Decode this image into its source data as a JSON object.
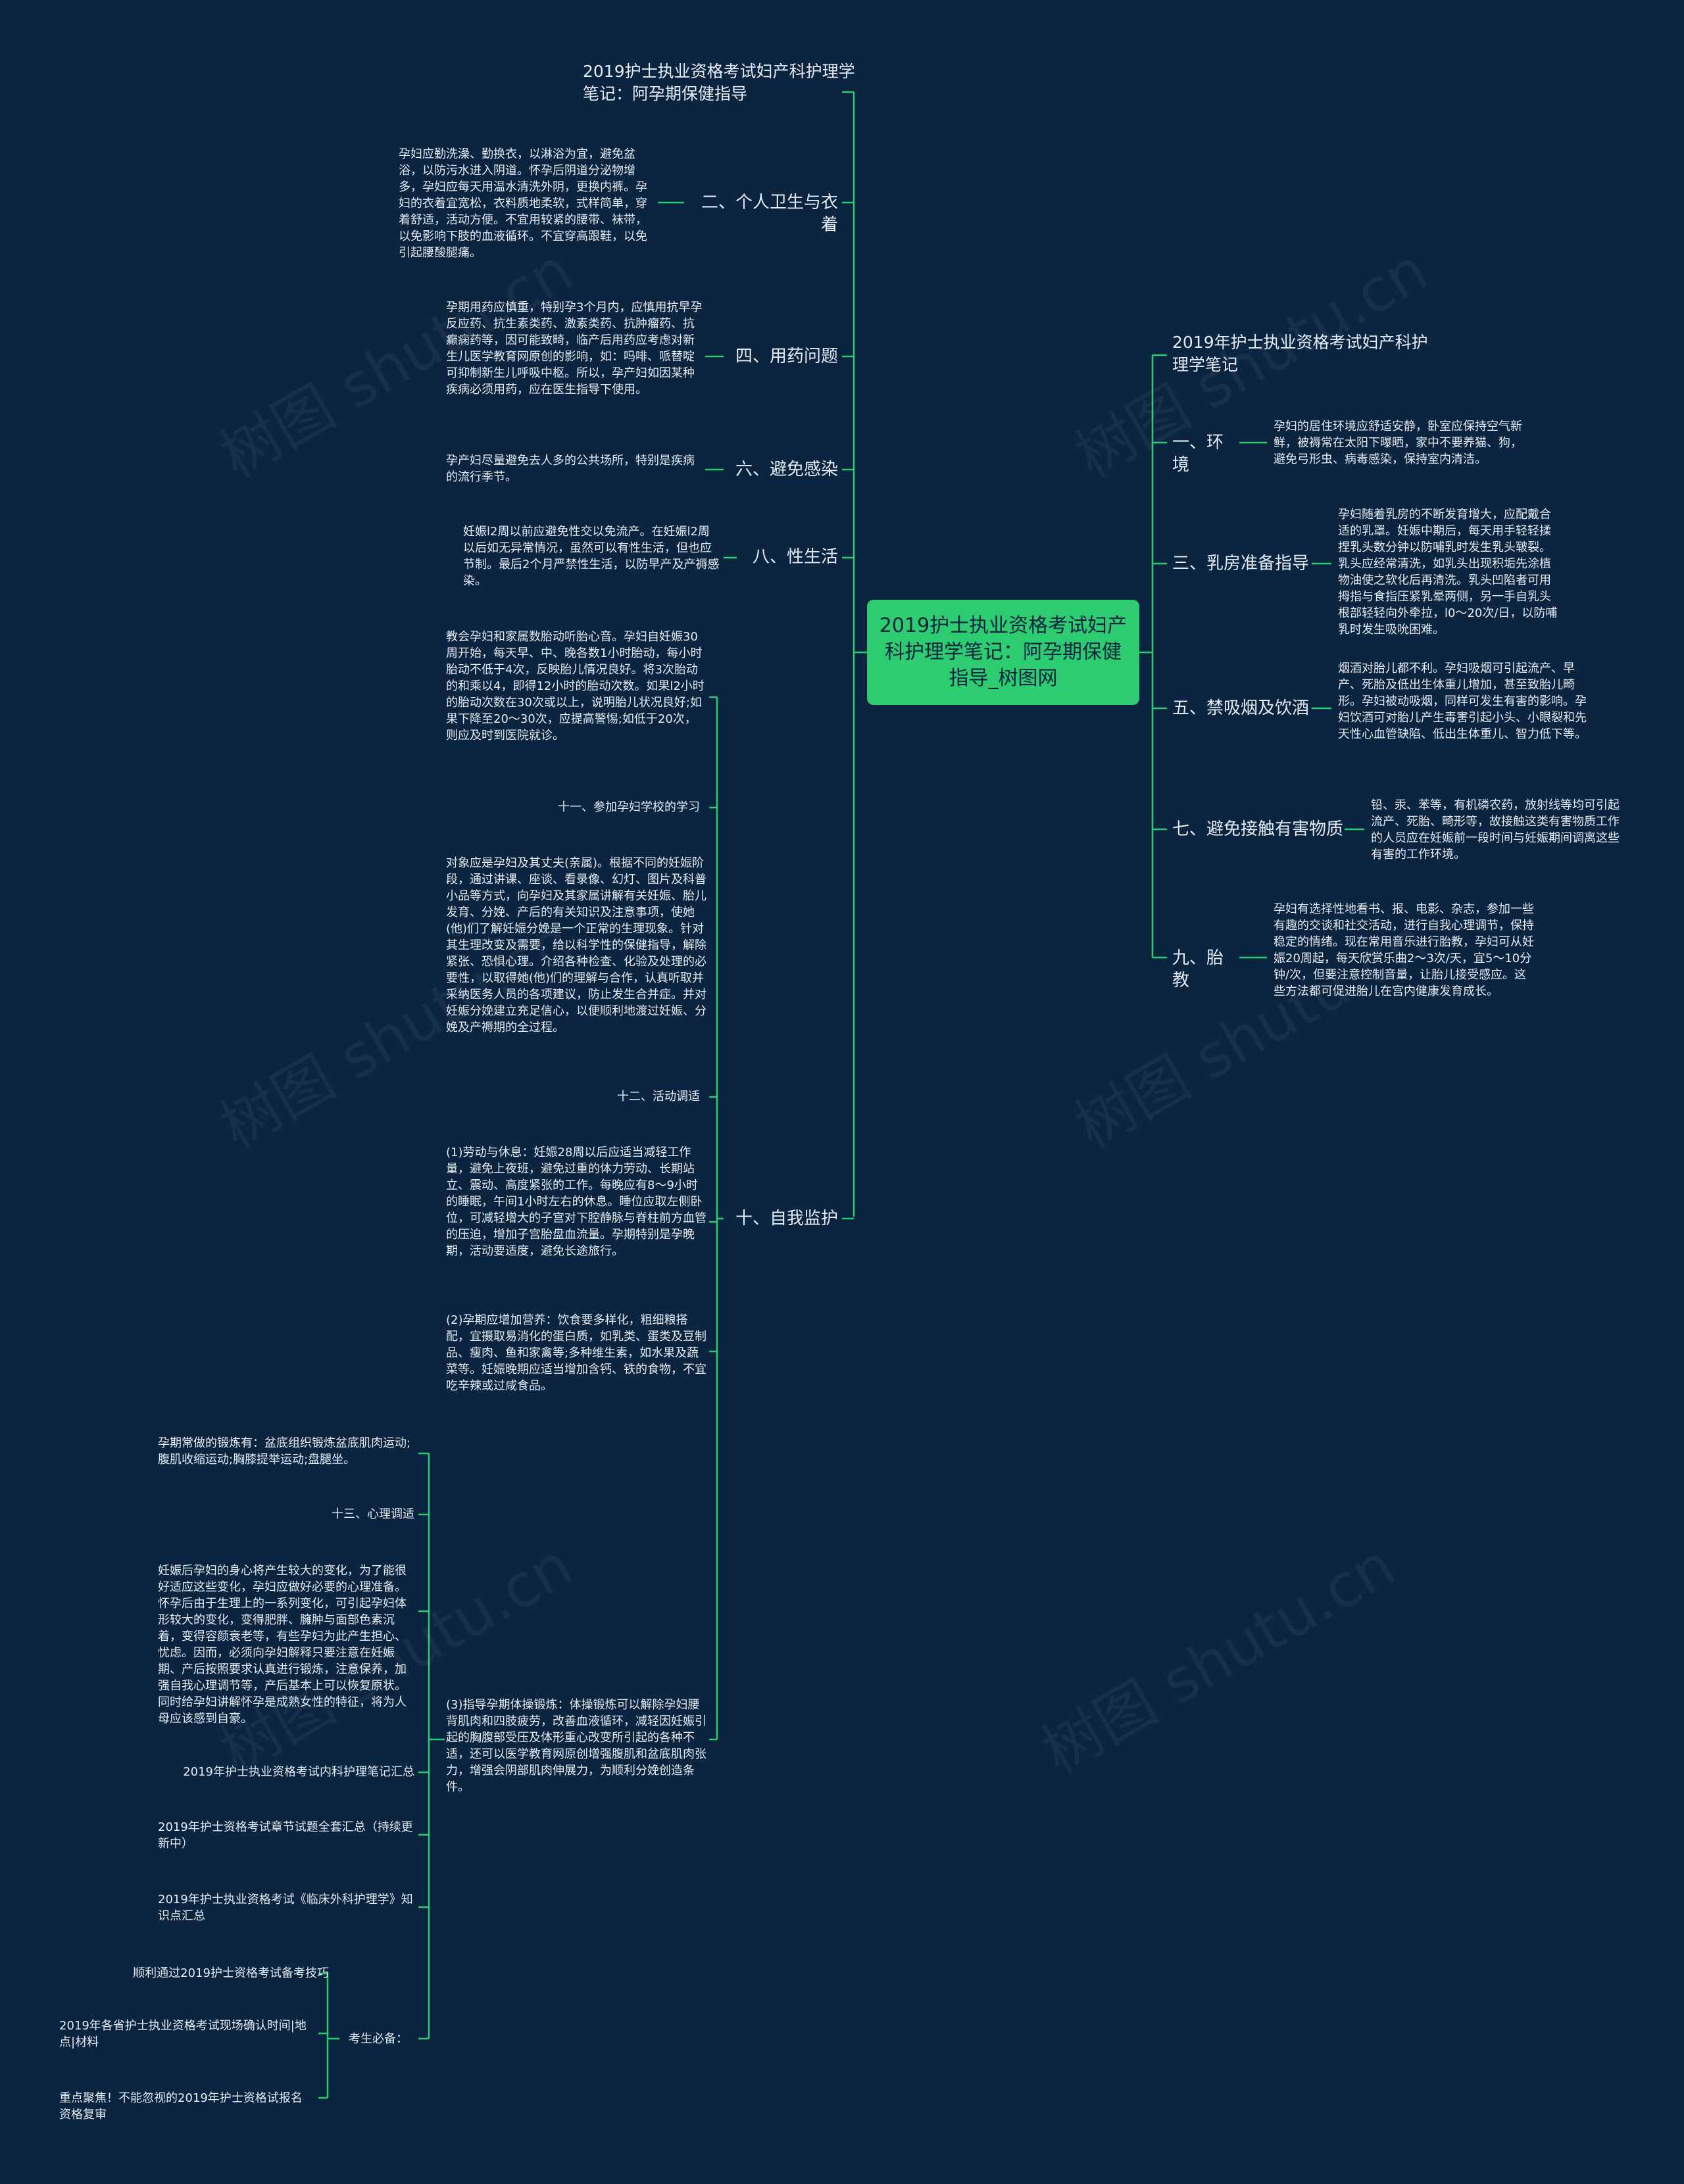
{
  "root": "2019护士执业资格考试妇产科护理学笔记：阿孕期保健指导_树图网",
  "left_title": "2019护士执业资格考试妇产科护理学笔记：阿孕期保健指导",
  "right_title": "2019年护士执业资格考试妇产科护理学笔记",
  "left": {
    "hygiene": {
      "label": "二、个人卫生与衣着",
      "text": "孕妇应勤洗澡、勤换衣，以淋浴为宜，避免盆浴，以防污水进入阴道。怀孕后阴道分泌物增多，孕妇应每天用温水清洗外阴，更换内裤。孕妇的衣着宜宽松，衣料质地柔软，式样简单，穿着舒适，活动方便。不宜用较紧的腰带、袜带，以免影响下肢的血液循环。不宜穿高跟鞋，以免引起腰酸腿痛。"
    },
    "medication": {
      "label": "四、用药问题",
      "text": "孕期用药应慎重，特别孕3个月内，应慎用抗早孕反应药、抗生素类药、激素类药、抗肿瘤药、抗癫痫药等，因可能致畸，临产后用药应考虑对新生儿医学教育网原创的影响，如：吗啡、哌替啶可抑制新生儿呼吸中枢。所以，孕产妇如因某种疾病必须用药，应在医生指导下使用。"
    },
    "infection": {
      "label": "六、避免感染",
      "text": "孕产妇尽量避免去人多的公共场所，特别是疾病的流行季节。"
    },
    "sex": {
      "label": "八、性生活",
      "text": "妊娠l2周以前应避免性交以免流产。在妊娠l2周以后如无异常情况，虽然可以有性生活，但也应节制。最后2个月严禁性生活，以防早产及产褥感染。"
    },
    "monitor": {
      "label": "十、自我监护",
      "fetal": "教会孕妇和家属数胎动听胎心音。孕妇自妊娠30周开始，每天早、中、晚各数1小时胎动，每小时胎动不低于4次，反映胎儿情况良好。将3次胎动的和乘以4，即得12小时的胎动次数。如果l2小时的胎动次数在30次或以上，说明胎儿状况良好;如果下降至20～30次，应提高警惕;如低于20次，则应及时到医院就诊。",
      "school": "十一、参加孕妇学校的学习",
      "school_text": "对象应是孕妇及其丈夫(亲属)。根据不同的妊娠阶段，通过讲课、座谈、看录像、幻灯、图片及科普小品等方式，向孕妇及其家属讲解有关妊娠、胎儿发育、分娩、产后的有关知识及注意事项，使她(他)们了解妊娠分娩是一个正常的生理现象。针对其生理改变及需要，给以科学性的保健指导，解除紧张、恐惧心理。介绍各种检查、化验及处理的必要性，以取得她(他)们的理解与合作，认真听取并采纳医务人员的各项建议，防止发生合并症。并对妊娠分娩建立充足信心，以便顺利地渡过妊娠、分娩及产褥期的全过程。",
      "activity": "十二、活动调适",
      "rest": "(1)劳动与休息：妊娠28周以后应适当减轻工作量，避免上夜班，避免过重的体力劳动、长期站立、震动、高度紧张的工作。每晚应有8～9小时的睡眠，午间1小时左右的休息。睡位应取左侧卧位，可减轻增大的子宫对下腔静脉与脊柱前方血管的压迫，增加子宫胎盘血流量。孕期特别是孕晚期，活动要适度，避免长途旅行。",
      "nutrition": "(2)孕期应增加营养：饮食要多样化，粗细粮搭配，宜摄取易消化的蛋白质，如乳类、蛋类及豆制品、瘦肉、鱼和家禽等;多种维生素，如水果及蔬菜等。妊娠晚期应适当增加含钙、铁的食物，不宜吃辛辣或过咸食品。",
      "exercise": "(3)指导孕期体操锻炼：体操锻炼可以解除孕妇腰背肌肉和四肢疲劳，改善血液循环，减轻因妊娠引起的胸腹部受压及体形重心改变所引起的各种不适，还可以医学教育网原创增强腹肌和盆底肌肉张力，增强会阴部肌肉伸展力，为顺利分娩创造条件。",
      "exercise_items": "孕期常做的锻炼有：盆底组织锻炼盆底肌肉运动;腹肌收缩运动;胸膝提举运动;盘腿坐。",
      "psych": "十三、心理调适",
      "psych_text": "妊娠后孕妇的身心将产生较大的变化，为了能很好适应这些变化，孕妇应做好必要的心理准备。怀孕后由于生理上的一系列变化，可引起孕妇体形较大的变化，变得肥胖、臃肿与面部色素沉着，变得容颜衰老等，有些孕妇为此产生担心、忧虑。因而，必须向孕妇解释只要注意在妊娠期、产后按照要求认真进行锻炼，注意保养，加强自我心理调节等，产后基本上可以恢复原状。同时给孕妇讲解怀孕是成熟女性的特征，将为人母应该感到自豪。",
      "link1": "2019年护士执业资格考试内科护理笔记汇总",
      "link2": "2019年护士资格考试章节试题全套汇总（持续更新中）",
      "link3": "2019年护士执业资格考试《临床外科护理学》知识点汇总",
      "must": "考生必备：",
      "must1": "顺利通过2019护士资格考试备考技巧",
      "must2": "2019年各省护士执业资格考试现场确认时间|地点|材料",
      "must3": "重点聚焦！不能忽视的2019年护士资格试报名资格复审"
    }
  },
  "right": {
    "env": {
      "label": "一、环境",
      "text": "孕妇的居住环境应舒适安静，卧室应保持空气新鲜，被褥常在太阳下曝晒，家中不要养猫、狗，避免弓形虫、病毒感染，保持室内清洁。"
    },
    "breast": {
      "label": "三、乳房准备指导",
      "text": "孕妇随着乳房的不断发育增大，应配戴合适的乳罩。妊娠中期后，每天用手轻轻揉捏乳头数分钟以防哺乳时发生乳头皲裂。乳头应经常清洗，如乳头出现积垢先涂植物油使之软化后再清洗。乳头凹陷者可用拇指与食指压紧乳晕两侧，另一手自乳头根部轻轻向外牵拉，l0～20次/日，以防哺乳时发生吸吮困难。"
    },
    "smoke": {
      "label": "五、禁吸烟及饮酒",
      "text": "烟酒对胎儿都不利。孕妇吸烟可引起流产、早产、死胎及低出生体重儿增加，甚至致胎儿畸形。孕妇被动吸烟，同样可发生有害的影响。孕妇饮酒可对胎儿产生毒害引起小头、小眼裂和先天性心血管缺陷、低出生体重儿、智力低下等。"
    },
    "harm": {
      "label": "七、避免接触有害物质",
      "text": "铅、汞、苯等，有机磷农药，放射线等均可引起流产、死胎、畸形等，故接触这类有害物质工作的人员应在妊娠前一段时间与妊娠期间调离这些有害的工作环境。"
    },
    "prenatal": {
      "label": "九、胎教",
      "text": "孕妇有选择性地看书、报、电影、杂志，参加一些有趣的交谈和社交活动，进行自我心理调节，保持稳定的情绪。现在常用音乐进行胎教，孕妇可从妊娠20周起，每天欣赏乐曲2～3次/天，宜5～10分钟/次，但要注意控制音量，让胎儿接受感应。这些方法都可促进胎儿在宫内健康发育成长。"
    }
  },
  "watermark": "树图 shutu.cn",
  "colors": {
    "background": "#0b2440",
    "accent": "#2ecc71",
    "text": "#e4ebf2"
  }
}
